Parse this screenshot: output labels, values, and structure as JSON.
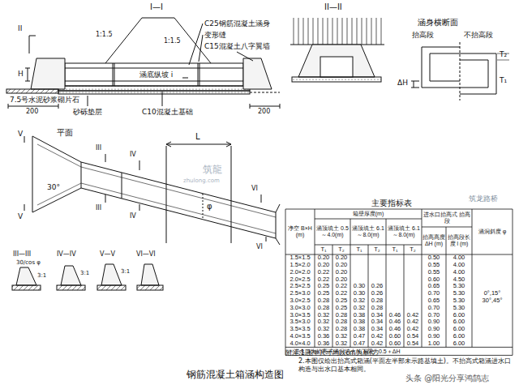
{
  "diagram": {
    "caption": "钢筋混凝土箱涵构造图",
    "labels": [
      "I—I",
      "II",
      "1:1.5",
      "1:1.5",
      "C25钢筋混凝土涵身",
      "变形缝",
      "C15混凝土八字翼墙",
      "涵底纵坡 i",
      "H",
      "7.5号水泥砂浆砌片石",
      "砂砾垫层",
      "C10混凝土基础",
      "200",
      "200",
      "II—II",
      "涵身横断面",
      "抬高段",
      "不抬高段",
      "ΔH",
      "T₂",
      "T₁",
      "平面",
      "V",
      "V",
      "30°",
      "L",
      "φ",
      "III",
      "III",
      "IV",
      "IV",
      "VI",
      "VI",
      "筑龍",
      "zhulong.com",
      "III—III",
      "IV—IV",
      "V—V",
      "VI—VI",
      "30/cos φ",
      "3:1",
      "3:1",
      "3:1",
      "筑龙路桥",
      "主要指标表",
      "净空 B×H (m)",
      "箱壁厚度(m)",
      "涵顶填土 0.5～4.0(m)",
      "涵顶填土 6.1～8.0(m)",
      "涵顶填土 6.1～8.0(m)",
      "进水口抬高式 抬高段",
      "抬高高度 ΔH (m)",
      "抬高段长度 l (m)",
      "涵洞斜度 φ",
      "T₁",
      "T₂",
      "T₁",
      "T₂",
      "T₁",
      "T₂",
      "1.5×1.5",
      "0.20",
      "0.20",
      "0.50",
      "4.00",
      "1.5×2.0",
      "0.20",
      "0.20",
      "0.55",
      "4.00",
      "2.0×2.0",
      "0.22",
      "0.20",
      "0.55",
      "4.00",
      "2.0×2.5",
      "0.22",
      "0.20",
      "0.60",
      "4.50",
      "2.5×2.5",
      "0.25",
      "0.22",
      "0.30",
      "0.26",
      "0.65",
      "5.30",
      "2.5×3.0",
      "0.25",
      "0.22",
      "0.30",
      "0.26",
      "0.70",
      "5.30",
      "3.0×2.5",
      "0.28",
      "0.25",
      "0.32",
      "0.28",
      "0.65",
      "5.30",
      "3.0×3.0",
      "0.28",
      "0.25",
      "0.32",
      "0.28",
      "0.70",
      "5.30",
      "3.0×3.5",
      "0.32",
      "0.28",
      "0.38",
      "0.34",
      "0.46",
      "0.42",
      "0.70",
      "6.00",
      "3.5×3.0",
      "0.32",
      "0.28",
      "0.38",
      "0.34",
      "0.46",
      "0.42",
      "0.90",
      "6.00",
      "3.5×3.5",
      "0.32",
      "0.28",
      "0.38",
      "0.34",
      "0.46",
      "0.42",
      "0.90",
      "6.00",
      "4.0×3.5",
      "0.36",
      "0.32",
      "0.47",
      "0.42",
      "0.60",
      "0.54",
      "0.90",
      "6.00",
      "4.0×4.0",
      "0.36",
      "0.32",
      "0.47",
      "0.42",
      "0.60",
      "0.54",
      "1.00",
      "6.00",
      "0°,15°",
      "30°,45°",
      "＊进水口为抬高式涵洞填土的下限为0.5＋ΔH",
      "附注:1.图中尺寸均以cm为单位。",
      "2.本图仅绘出抬高式箱涵(平面左半部未示路基填土)。不抬高式箱涵进水口构造与出水口基本相同。",
      "头条 @阳光分享鸿鹄志"
    ]
  }
}
